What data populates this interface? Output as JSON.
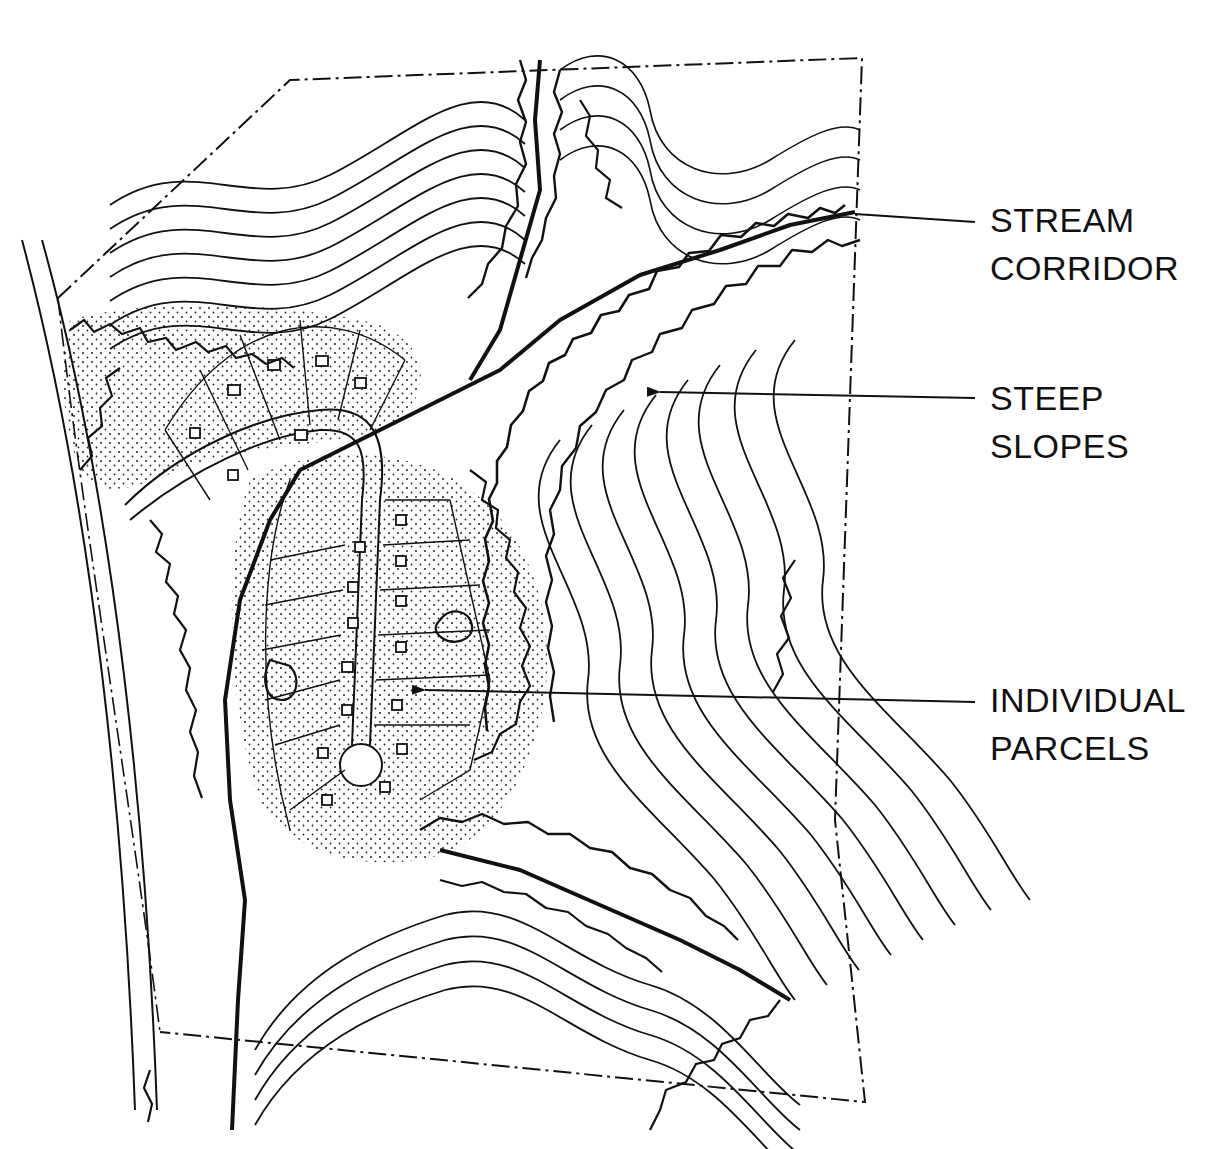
{
  "diagram": {
    "labels": [
      "STREAM CORRIDOR",
      "STEEP SLOPES",
      "INDIVIDUAL PARCELS"
    ]
  }
}
